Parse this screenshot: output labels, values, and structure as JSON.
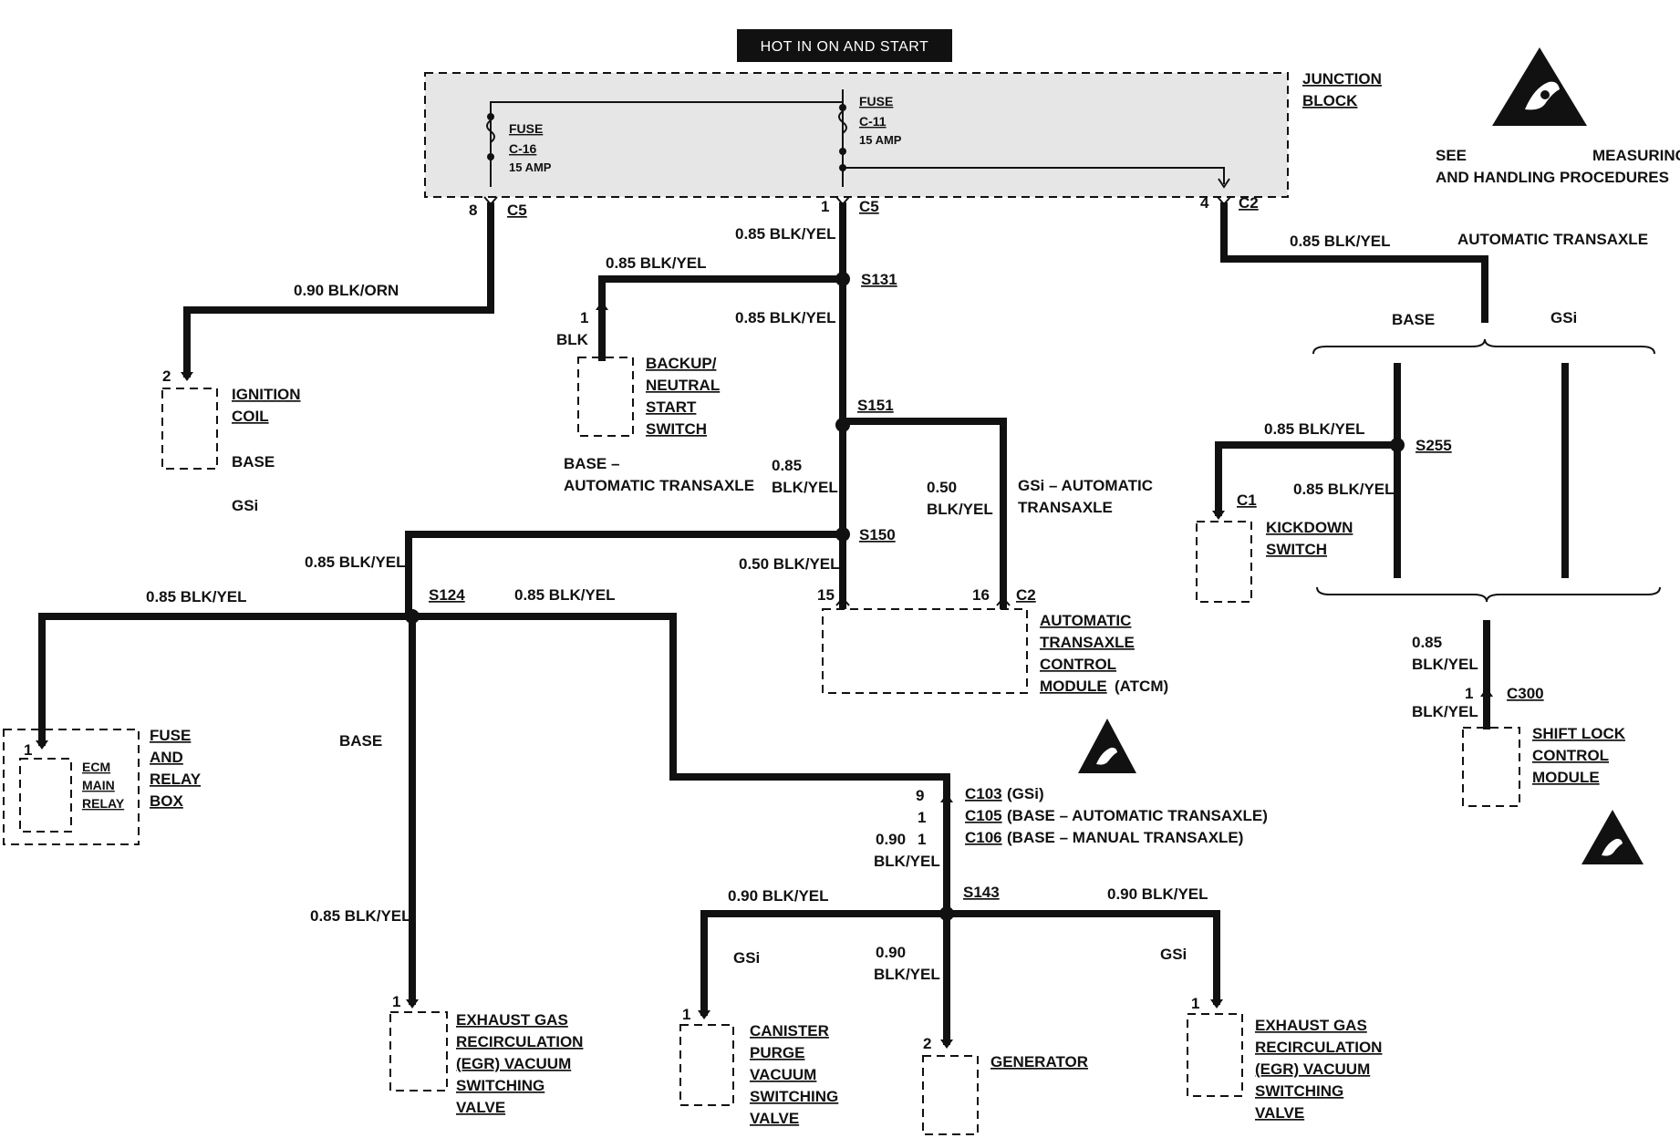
{
  "header": {
    "hot_label": "HOT IN ON AND START"
  },
  "junction_block": {
    "line1": "JUNCTION",
    "line2": "BLOCK"
  },
  "fuses": [
    {
      "label": "FUSE",
      "id": "C-16",
      "rating": "15 AMP"
    },
    {
      "label": "FUSE",
      "id": "C-11",
      "rating": "15 AMP"
    }
  ],
  "connectors": {
    "c5_left": {
      "pin": "8",
      "name": "C5"
    },
    "c5_center": {
      "pin": "1",
      "name": "C5"
    },
    "c2_right": {
      "pin": "4",
      "name": "C2"
    },
    "backup_pin": "1",
    "ign_pin": "2",
    "atcm_pin_a": "15",
    "atcm_pin_b": "16",
    "atcm_name": "C2",
    "ecm_pin": "1",
    "egr_left_pin": "1",
    "canister_pin": "1",
    "generator_pin": "2",
    "egr_right_pin": "1",
    "kickdown_name": "C1",
    "c300_pin": "1",
    "c300_name": "C300",
    "c103_pin": "9",
    "c105_pin": "1",
    "c106_pin": "1",
    "c103_name": "C103",
    "c103_note": "(GSi)",
    "c105_name": "C105",
    "c105_note": "(BASE – AUTOMATIC TRANSAXLE)",
    "c106_name": "C106",
    "c106_note": "(BASE – MANUAL TRANSAXLE)"
  },
  "splices": {
    "s131": "S131",
    "s151": "S151",
    "s150": "S150",
    "s124": "S124",
    "s143": "S143",
    "s255": "S255"
  },
  "wires": {
    "w_ign": "0.90 BLK/ORN",
    "w_c5_down": "0.85 BLK/YEL",
    "w_backup_top": "0.85 BLK/YEL",
    "w_backup_blk": "BLK",
    "w_s131_s151": "0.85 BLK/YEL",
    "w_s151_s150_a": "0.85",
    "w_s151_s150_b": "BLK/YEL",
    "w_gsi_at_a": "0.50",
    "w_gsi_at_b": "BLK/YEL",
    "w_s150_atcm": "0.50 BLK/YEL",
    "w_s150_s124": "0.85 BLK/YEL",
    "w_ecm": "0.85 BLK/YEL",
    "w_s124_right": "0.85 BLK/YEL",
    "w_egr_left": "0.85 BLK/YEL",
    "w_c103_a": "0.90",
    "w_c103_b": "BLK/YEL",
    "w_canister": "0.90 BLK/YEL",
    "w_egr_right": "0.90 BLK/YEL",
    "w_gen_a": "0.90",
    "w_gen_b": "BLK/YEL",
    "w_c2_auto": "0.85 BLK/YEL",
    "w_kick": "0.85 BLK/YEL",
    "w_s255_down": "0.85 BLK/YEL",
    "w_c300_a": "0.85",
    "w_c300_b": "BLK/YEL",
    "w_c300_blk": "BLK/YEL"
  },
  "conditions": {
    "auto_transaxle": "AUTOMATIC TRANSAXLE",
    "base": "BASE",
    "gsi": "GSi",
    "base_ign": "BASE",
    "gsi_ign": "GSi",
    "base_at_a": "BASE –",
    "base_at_b": "AUTOMATIC TRANSAXLE",
    "gsi_at_a": "GSi – AUTOMATIC",
    "gsi_at_b": "TRANSAXLE",
    "base_egr": "BASE",
    "gsi_canister": "GSi",
    "gsi_egr": "GSi"
  },
  "components": {
    "ignition_coil": [
      "IGNITION",
      "COIL"
    ],
    "backup_switch": [
      "BACKUP/",
      "NEUTRAL",
      "START",
      "SWITCH"
    ],
    "atcm": [
      "AUTOMATIC",
      "TRANSAXLE",
      "CONTROL",
      "MODULE"
    ],
    "atcm_suffix": "(ATCM)",
    "fuse_relay_box": [
      "FUSE",
      "AND",
      "RELAY",
      "BOX"
    ],
    "ecm_relay": [
      "ECM",
      "MAIN",
      "RELAY"
    ],
    "egr_left": [
      "EXHAUST GAS",
      "RECIRCULATION",
      "(EGR) VACUUM",
      "SWITCHING",
      "VALVE"
    ],
    "canister": [
      "CANISTER",
      "PURGE",
      "VACUUM",
      "SWITCHING",
      "VALVE"
    ],
    "generator": "GENERATOR",
    "egr_right": [
      "EXHAUST GAS",
      "RECIRCULATION",
      "(EGR) VACUUM",
      "SWITCHING",
      "VALVE"
    ],
    "kickdown": [
      "KICKDOWN",
      "SWITCH"
    ],
    "shift_lock": [
      "SHIFT LOCK",
      "CONTROL",
      "MODULE"
    ]
  },
  "esd_note": {
    "see": "SEE",
    "measuring": "MEASURING",
    "line2": "AND HANDLING PROCEDURES"
  },
  "icons": [
    "esd-warning-icon"
  ]
}
